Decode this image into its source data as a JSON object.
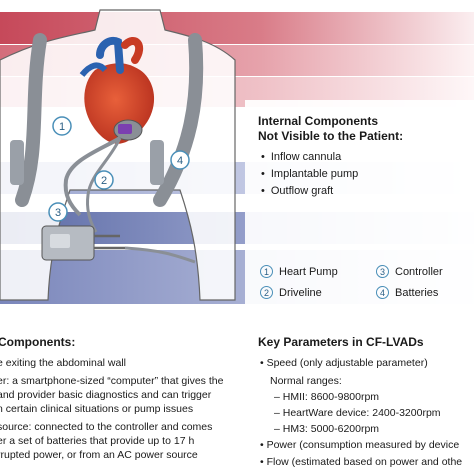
{
  "colors": {
    "band_red": "#c6495a",
    "band_red_light": "#e2a5ae",
    "band_blue": "#5b6aa5",
    "band_blue_light": "#b7bfdc",
    "label_circle": "#4a8fb8",
    "body_outline": "#555555",
    "harness": "#8a8f96"
  },
  "body_callouts": [
    "1",
    "2",
    "3",
    "4"
  ],
  "internal": {
    "title_line1": "Internal Components",
    "title_line2": "Not Visible to the Patient:",
    "items": [
      "Inflow cannula",
      "Implantable pump",
      "Outflow graft"
    ]
  },
  "legend": [
    {
      "num": "1",
      "label": "Heart Pump"
    },
    {
      "num": "3",
      "label": "Controller"
    },
    {
      "num": "2",
      "label": "Driveline"
    },
    {
      "num": "4",
      "label": "Batteries"
    }
  ],
  "external": {
    "title": "Components:",
    "lines": [
      "e exiting the abdominal wall",
      "er: a smartphone-sized “computer” that gives the",
      "and provider basic diagnostics and can trigger",
      "n certain clinical situations or pump issues",
      "source: connected to the controller and comes",
      "er a set of batteries that provide up to 17 h",
      "rrupted power, or from an AC power source"
    ]
  },
  "parameters": {
    "title": "Key Parameters in CF-LVADs",
    "lines": [
      "• Speed (only adjustable parameter)",
      "Normal ranges:",
      "– HMII: 8600-9800rpm",
      "– HeartWare device: 2400-3200rpm",
      "– HM3: 5000-6200rpm",
      "• Power (consumption measured by device",
      "• Flow (estimated based on power and othe"
    ]
  }
}
